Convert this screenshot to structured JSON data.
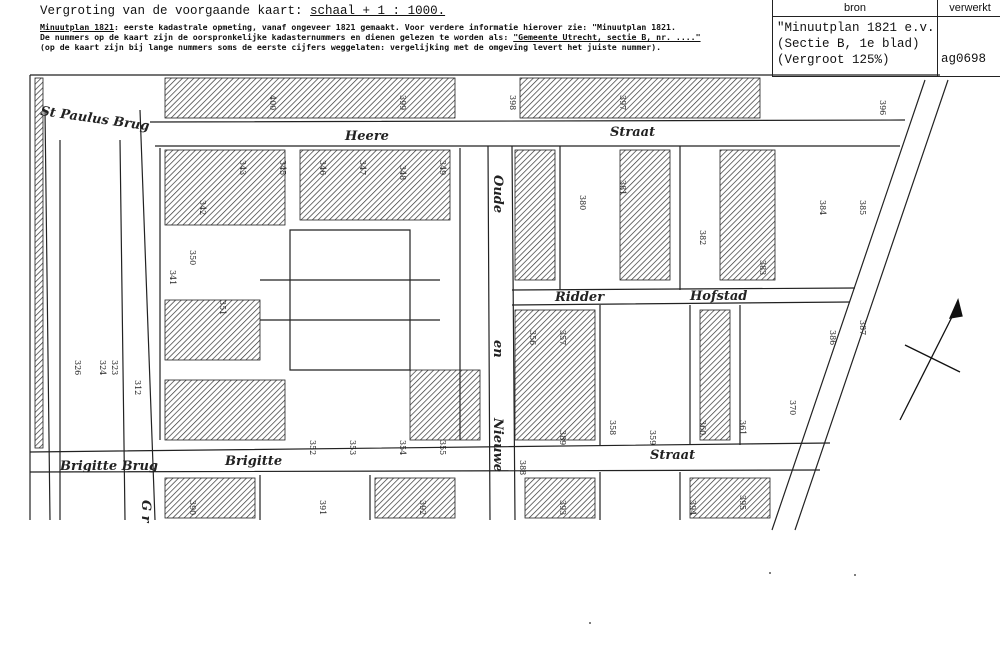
{
  "header": {
    "title_prefix": "Vergroting van de voorgaande kaart: ",
    "title_scale": "schaal + 1 : 1000.",
    "note_label": "Minuutplan 1821",
    "note_line1": ": eerste kadastrale opmeting, vanaf ongeveer 1821 gemaakt. Voor verdere informatie hierover zie: \"Minuutplan 1821.",
    "note_line2_a": "De nummers op de kaart zijn de oorspronkelijke kadasternummers en dienen gelezen te worden als: ",
    "note_line2_b": "\"Gemeente Utrecht, sectie B, nr. ....\"",
    "note_line3": "(op de kaart zijn bij lange nummers soms de eerste cijfers weggelaten: vergelijking met de omgeving levert het juiste nummer)."
  },
  "source_box": {
    "col_bron": "bron",
    "col_verwerkt": "verwerkt",
    "source_text": "\"Minuutplan 1821 e.v.\n(Sectie B, 1e blad)\n(Vergroot 125%)",
    "code": "ag0698"
  },
  "map": {
    "streets": {
      "heere": "Heere",
      "straat1": "Straat",
      "oude": "Oude",
      "en": "en",
      "nieuwe": "Nieuwe",
      "ridder": "Ridder",
      "hofstad": "Hofstad",
      "brigitte": "Brigitte",
      "straat2": "Straat",
      "st_paulus_brug": "St Paulus Brug",
      "brigitte_brug": "Brigitte Brug",
      "gracht": "G r"
    },
    "parcel_numbers": [
      "326",
      "324",
      "323",
      "312",
      "341",
      "342",
      "343",
      "345",
      "346",
      "347",
      "348",
      "349",
      "350",
      "351",
      "352",
      "353",
      "354",
      "355",
      "356",
      "357",
      "358",
      "359",
      "360",
      "361",
      "370",
      "380",
      "381",
      "382",
      "383",
      "384",
      "385",
      "386",
      "387",
      "388",
      "389",
      "390",
      "391",
      "392",
      "393",
      "394",
      "395",
      "396",
      "397",
      "398",
      "399",
      "400"
    ]
  }
}
